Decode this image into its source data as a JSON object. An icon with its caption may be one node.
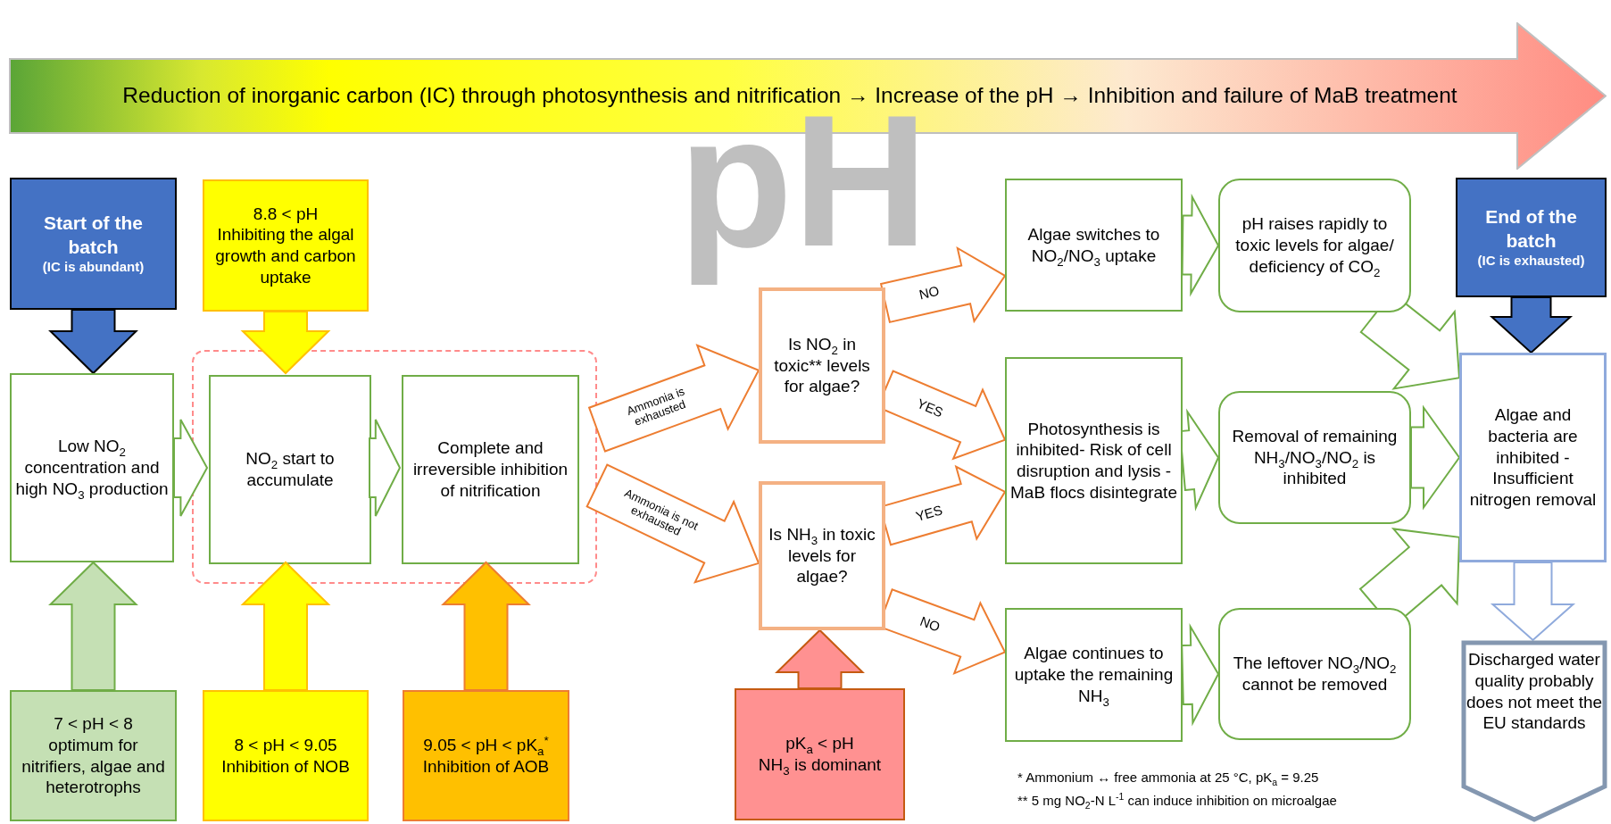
{
  "diagram": {
    "nodes": [
      {
        "text": [
          "Reduction of inorganic carbon (IC) through photosynthesis and nitrification → Increase of the pH → Inhibition and failure of MaB treatment"
        ]
      },
      {
        "text": [
          "Start of the batch",
          "(IC is abundant)"
        ]
      },
      {
        "text": [
          "8.8 < pH",
          "Inhibiting the algal growth and carbon uptake"
        ]
      },
      {
        "text": [
          "Low NO$_{2}$ concentration and high NO$_{3}$ production"
        ]
      },
      {
        "text": [],
        "shape": "box"
      },
      {
        "text": [
          "NO$_{2}$ start to accumulate"
        ],
        "in": 4
      },
      {
        "text": [
          "Complete and irreversible inhibition of nitrification"
        ],
        "in": 4
      },
      {
        "text": [
          "7 < pH < 8",
          "optimum for nitrifiers, algae and heterotrophs"
        ]
      },
      {
        "text": [
          "8 < pH < 9.05",
          "Inhibition of NOB"
        ]
      },
      {
        "text": [
          "9.05 < pH < pK$_{a}$$^{*}$",
          "Inhibition of AOB"
        ]
      },
      {
        "text": [
          "Is NO$_{2}$ in toxic** levels for algae?"
        ]
      },
      {
        "text": [
          "Is NH$_{3}$ in toxic levels for algae?"
        ]
      },
      {
        "text": [
          "pK$_{a}$ < pH",
          "NH$_{3}$ is dominant"
        ]
      },
      {
        "text": [
          "Algae switches to NO$_{2}$/NO$_{3}$ uptake"
        ]
      },
      {
        "text": [
          "pH raises rapidly to toxic levels for algae/ deficiency of CO$_{2}$"
        ]
      },
      {
        "text": [
          "End of the batch",
          "(IC is exhausted)"
        ]
      },
      {
        "text": [
          "Photosynthesis is inhibited- Risk of cell disruption and lysis - MaB flocs disintegrate"
        ]
      },
      {
        "text": [
          "Removal of remaining NH$_{3}$/NO$_{3}$/NO$_{2}$ is inhibited"
        ]
      },
      {
        "text": [
          "Algae and bacteria are inhibited - Insufficient nitrogen removal"
        ]
      },
      {
        "text": [
          "Algae continues to uptake the remaining NH$_{3}$"
        ]
      },
      {
        "text": [
          "The leftover NO$_{3}$/NO$_{2}$ cannot be removed"
        ]
      },
      {
        "text": [
          "Discharged water quality probably does not meet the EU standards"
        ]
      }
    ],
    "edges": [
      {
        "from": 1,
        "to": 3,
        "arrow": "to",
        "color": "#000000"
      },
      {
        "from": 2,
        "to": 5,
        "arrow": "to",
        "color": "#ffc000"
      },
      {
        "from": 3,
        "to": 5,
        "arrow": "to"
      },
      {
        "from": 5,
        "to": 6,
        "arrow": "to"
      },
      {
        "from": 7,
        "to": 3,
        "arrow": "to"
      },
      {
        "from": 8,
        "to": 5,
        "arrow": "to",
        "color": "#ffc000"
      },
      {
        "from": 9,
        "to": 6,
        "arrow": "to",
        "color": "#ed7d31"
      },
      {
        "from": 4,
        "to": 10,
        "arrow": "to",
        "label": "Ammonia is exhausted",
        "color": "#ed7d31"
      },
      {
        "from": 4,
        "to": 11,
        "arrow": "to",
        "label": "Ammonia is not exhausted",
        "color": "#ed7d31"
      },
      {
        "from": 10,
        "to": 13,
        "arrow": "to",
        "label": "NO",
        "color": "#ed7d31"
      },
      {
        "from": 10,
        "to": 16,
        "arrow": "to",
        "label": "YES",
        "color": "#ed7d31"
      },
      {
        "from": 11,
        "to": 16,
        "arrow": "to",
        "label": "YES",
        "color": "#ed7d31"
      },
      {
        "from": 11,
        "to": 19,
        "arrow": "to",
        "label": "NO",
        "color": "#ed7d31"
      },
      {
        "from": 12,
        "to": 11,
        "arrow": "to",
        "color": "#c55a11"
      },
      {
        "from": 13,
        "to": 14,
        "arrow": "to"
      },
      {
        "from": 16,
        "to": 17,
        "arrow": "to"
      },
      {
        "from": 19,
        "to": 20,
        "arrow": "to"
      },
      {
        "from": 14,
        "to": 18,
        "arrow": "to"
      },
      {
        "from": 17,
        "to": 18,
        "arrow": "to"
      },
      {
        "from": 20,
        "to": 18,
        "arrow": "to"
      },
      {
        "from": 15,
        "to": 18,
        "arrow": "to",
        "color": "#000000"
      },
      {
        "from": 18,
        "to": 21,
        "arrow": "to",
        "color": "#8faadc"
      }
    ],
    "labels": [
      "pH",
      "* Ammonium ↔ free ammonia at 25 °C, pK$_{a}$ = 9.25",
      "** 5 mg NO$_{2}$-N L$^{-1}$ can induce inhibition on microalgae"
    ]
  }
}
